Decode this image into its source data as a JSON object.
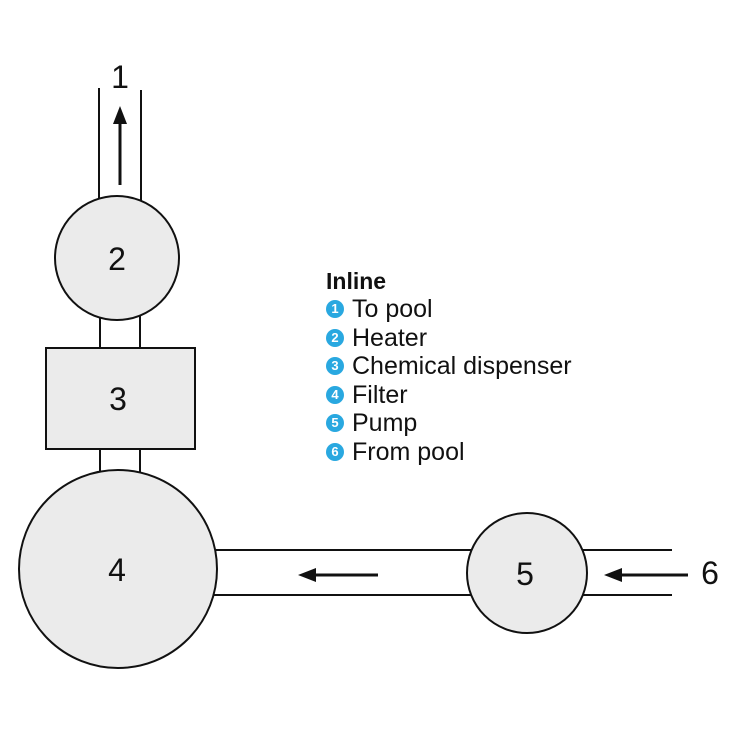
{
  "diagram": {
    "colors": {
      "fill": "#ebebeb",
      "stroke": "#111111",
      "accent": "#29a8e0"
    },
    "nodes": {
      "to_pool": "1",
      "heater": "2",
      "chemical_dispenser": "3",
      "filter": "4",
      "pump": "5",
      "from_pool": "6"
    }
  },
  "legend": {
    "title": "Inline",
    "items": [
      {
        "number": "1",
        "label": "To pool"
      },
      {
        "number": "2",
        "label": "Heater"
      },
      {
        "number": "3",
        "label": "Chemical dispenser"
      },
      {
        "number": "4",
        "label": "Filter"
      },
      {
        "number": "5",
        "label": "Pump"
      },
      {
        "number": "6",
        "label": "From pool"
      }
    ]
  }
}
